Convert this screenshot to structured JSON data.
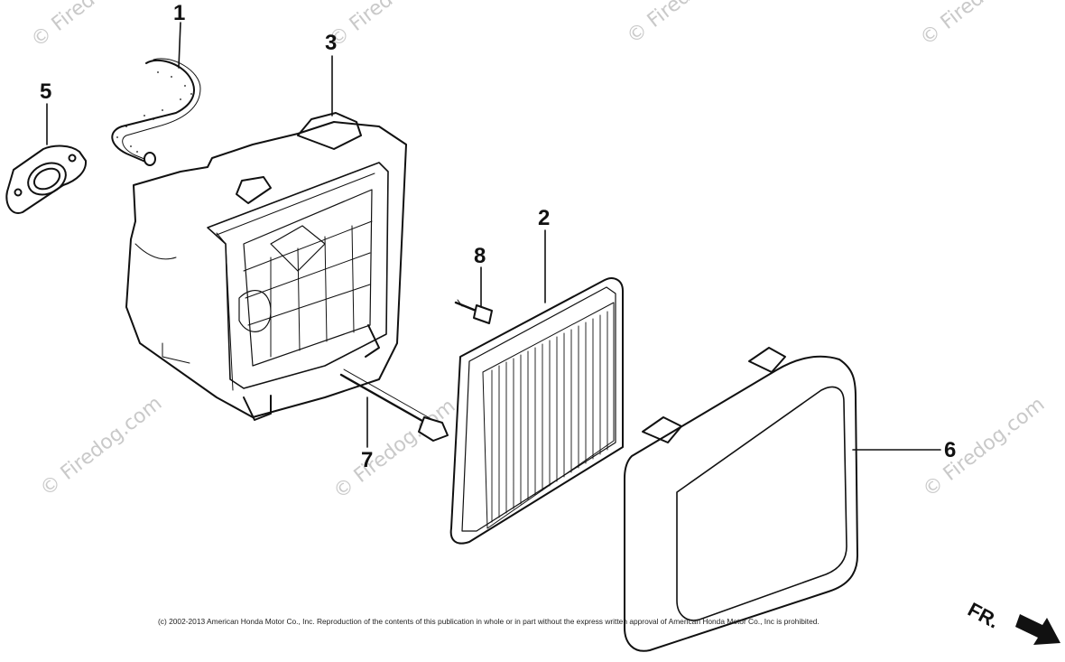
{
  "diagram": {
    "callouts": [
      "1",
      "2",
      "3",
      "5",
      "6",
      "7",
      "8"
    ],
    "watermarks": [
      "© Firedog.com",
      "© Firedog.com",
      "© Firedog.com",
      "© Firedog.com",
      "© Firedog.com",
      "© Firedog.com",
      "© Firedog.com"
    ],
    "copyright": "(c) 2002-2013 American Honda Motor Co., Inc. Reproduction of the contents of this publication in whole or in part without the express written approval of American Honda Motor Co., Inc is prohibited.",
    "direction_label": "FR."
  },
  "colors": {
    "line": "#111111",
    "watermark": "#c9c9c9",
    "background": "#ffffff"
  }
}
